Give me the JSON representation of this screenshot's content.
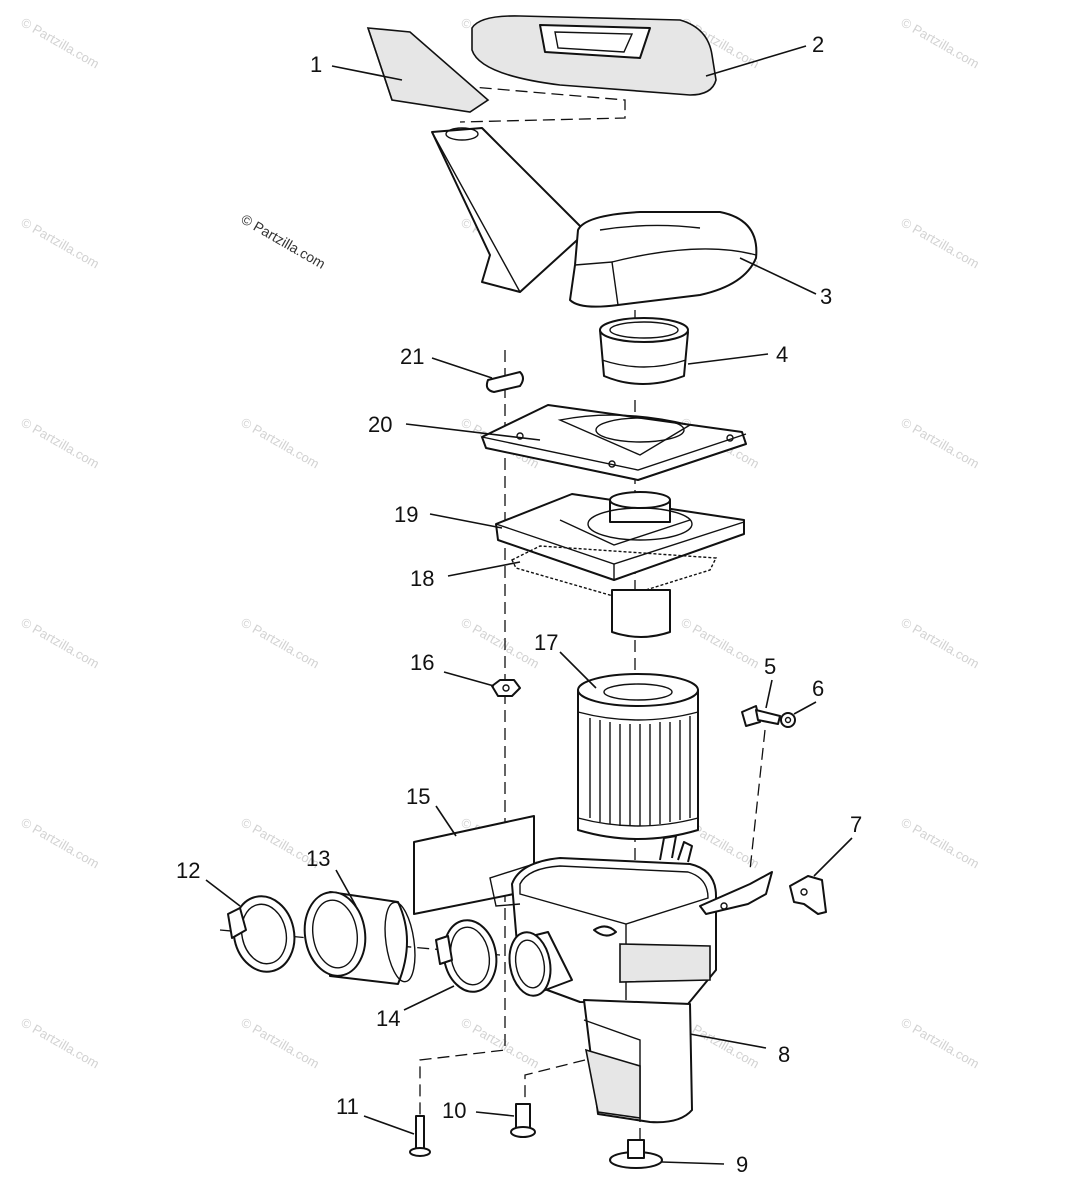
{
  "watermark": {
    "main": "© Partzilla.com",
    "repeat": "© Partzilla.com"
  },
  "callouts": {
    "p1": "1",
    "p2": "2",
    "p3": "3",
    "p4": "4",
    "p5": "5",
    "p6": "6",
    "p7": "7",
    "p8": "8",
    "p9": "9",
    "p10": "10",
    "p11": "11",
    "p12": "12",
    "p13": "13",
    "p14": "14",
    "p15": "15",
    "p16": "16",
    "p17": "17",
    "p18": "18",
    "p19": "19",
    "p20": "20",
    "p21": "21"
  }
}
